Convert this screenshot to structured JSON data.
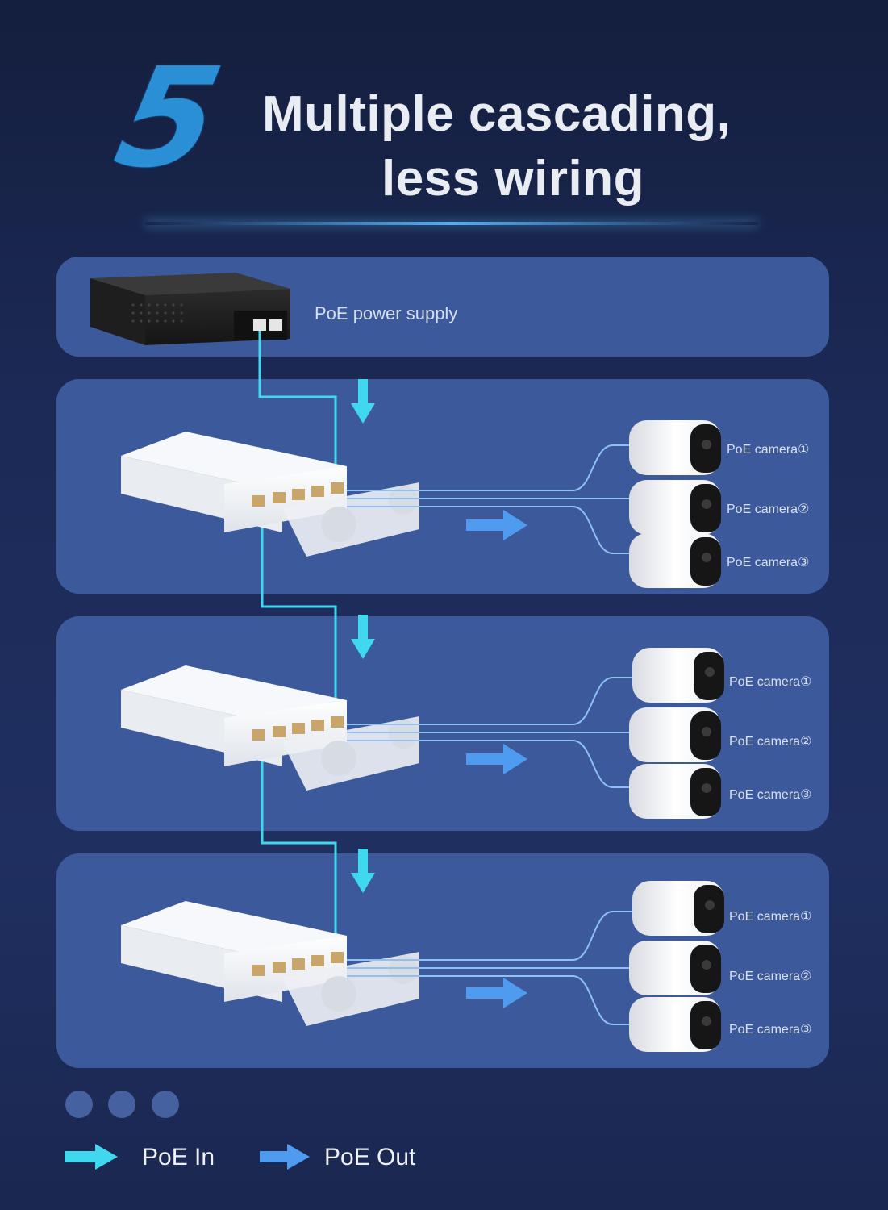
{
  "header": {
    "step_number": "5",
    "title_line1": "Multiple cascading,",
    "title_line2": "less wiring"
  },
  "power_supply": {
    "label": "PoE power supply"
  },
  "switch_groups": [
    {
      "cameras": [
        "PoE camera①",
        "PoE camera②",
        "PoE camera③"
      ]
    },
    {
      "cameras": [
        "PoE camera①",
        "PoE camera②",
        "PoE camera③"
      ]
    },
    {
      "cameras": [
        "PoE camera①",
        "PoE camera②",
        "PoE camera③"
      ]
    }
  ],
  "legend": {
    "poe_in": "PoE In",
    "poe_out": "PoE Out"
  },
  "colors": {
    "poe_in": "#3fd8ef",
    "poe_out": "#4f9bf0",
    "panel": "#3c5a9b",
    "accent": "#2b8fd6"
  }
}
